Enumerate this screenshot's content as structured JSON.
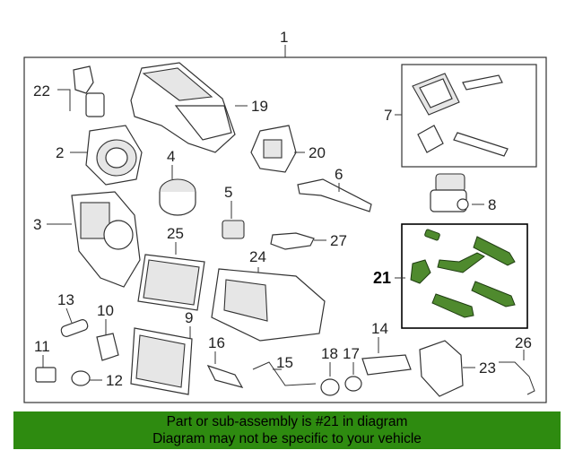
{
  "diagram": {
    "callouts": {
      "c1": "1",
      "c2": "2",
      "c3": "3",
      "c4": "4",
      "c5": "5",
      "c6": "6",
      "c7": "7",
      "c8": "8",
      "c9": "9",
      "c10": "10",
      "c11": "11",
      "c12": "12",
      "c13": "13",
      "c14": "14",
      "c15": "15",
      "c16": "16",
      "c17": "17",
      "c18": "18",
      "c19": "19",
      "c20": "20",
      "c21": "21",
      "c22": "22",
      "c23": "23",
      "c24": "24",
      "c25": "25",
      "c26": "26",
      "c27": "27"
    },
    "highlight_color": "#4f8a2e"
  },
  "banner": {
    "line1": "Part or sub-assembly is #21 in diagram",
    "line2": "Diagram may not be specific to your vehicle",
    "color": "#2e8b10"
  }
}
